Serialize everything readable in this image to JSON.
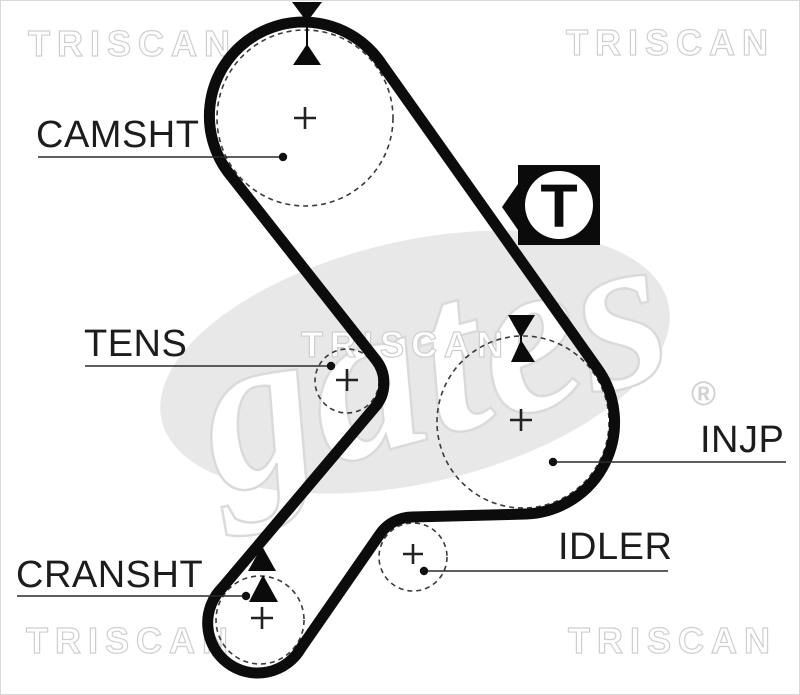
{
  "diagram": {
    "type": "timing-belt-routing-diagram",
    "brand_watermark": "gates",
    "registered_mark": "®",
    "supplier_watermark": "TRISCAN",
    "tension_marker": "T",
    "labels": {
      "camshaft": "CAMSHT",
      "tensioner": "TENS",
      "injection_pump": "INJP",
      "idler": "IDLER",
      "crankshaft": "CRANSHT"
    },
    "pulleys": [
      {
        "name": "camshaft",
        "label": "CAMSHT",
        "shape": "large circle, top",
        "timing_mark": "double opposed arrows at top"
      },
      {
        "name": "tensioner",
        "label": "TENS",
        "shape": "small circle, middle left"
      },
      {
        "name": "injection-pump",
        "label": "INJP",
        "shape": "large circle, right",
        "timing_mark": "double opposed arrows at top"
      },
      {
        "name": "idler",
        "label": "IDLER",
        "shape": "small circle, bottom center"
      },
      {
        "name": "crankshaft",
        "label": "CRANSHT",
        "shape": "small circle, bottom left",
        "timing_mark": "double up arrows"
      }
    ],
    "colors": {
      "belt": "#0c0c0c",
      "label_text": "#1c1c1c",
      "leader_line": "#2a2a2a",
      "watermark_outline": "#cfcfcf",
      "gates_blob": "#e8e8e8",
      "background": "#ffffff"
    }
  }
}
